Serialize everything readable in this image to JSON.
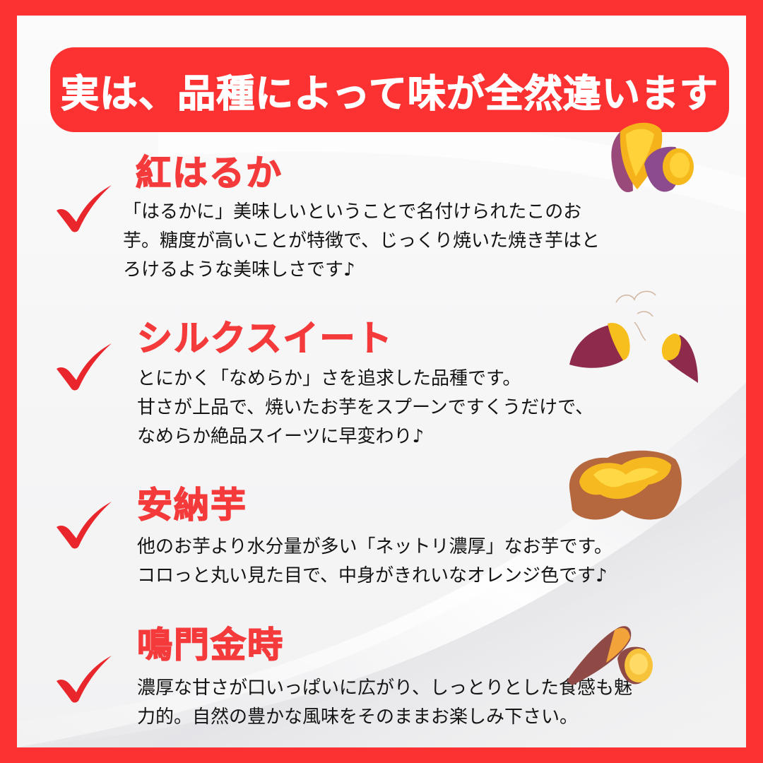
{
  "colors": {
    "brand_red": "#fc3232",
    "heading_red": "#f43a3a",
    "text": "#141414",
    "background": "#f6f6f7"
  },
  "banner": {
    "title": "実は、品種によって味が全然違います"
  },
  "varieties": [
    {
      "name": "紅はるか",
      "icon": "check-icon",
      "image": "roasted-sweet-potato-split-illustration",
      "description": [
        "「はるかに」美味しいということで名付けられたこのお",
        "芋。糖度が高いことが特徴で、じっくり焼いた焼き芋はと",
        "ろけるような美味しさです♪"
      ]
    },
    {
      "name": "シルクスイート",
      "icon": "check-icon",
      "image": "steaming-sweet-potato-halves-illustration",
      "description": [
        "とにかく「なめらか」さを追求した品種です。",
        "甘さが上品で、焼いたお芋をスプーンですくうだけで、",
        "なめらか絶品スイーツに早変わり♪"
      ]
    },
    {
      "name": "安納芋",
      "icon": "check-icon",
      "image": "round-baked-sweet-potato-illustration",
      "description": [
        "他のお芋より水分量が多い「ネットリ濃厚」なお芋です。",
        "コロっと丸い見た目で、中身がきれいなオレンジ色です♪"
      ]
    },
    {
      "name": "鳴門金時",
      "icon": "check-icon",
      "image": "sliced-sweet-potato-illustration",
      "description": [
        "濃厚な甘さが口いっぱいに広がり、しっとりとした食感も魅",
        "力的。自然の豊かな風味をそのままお楽しみ下さい。"
      ]
    }
  ]
}
